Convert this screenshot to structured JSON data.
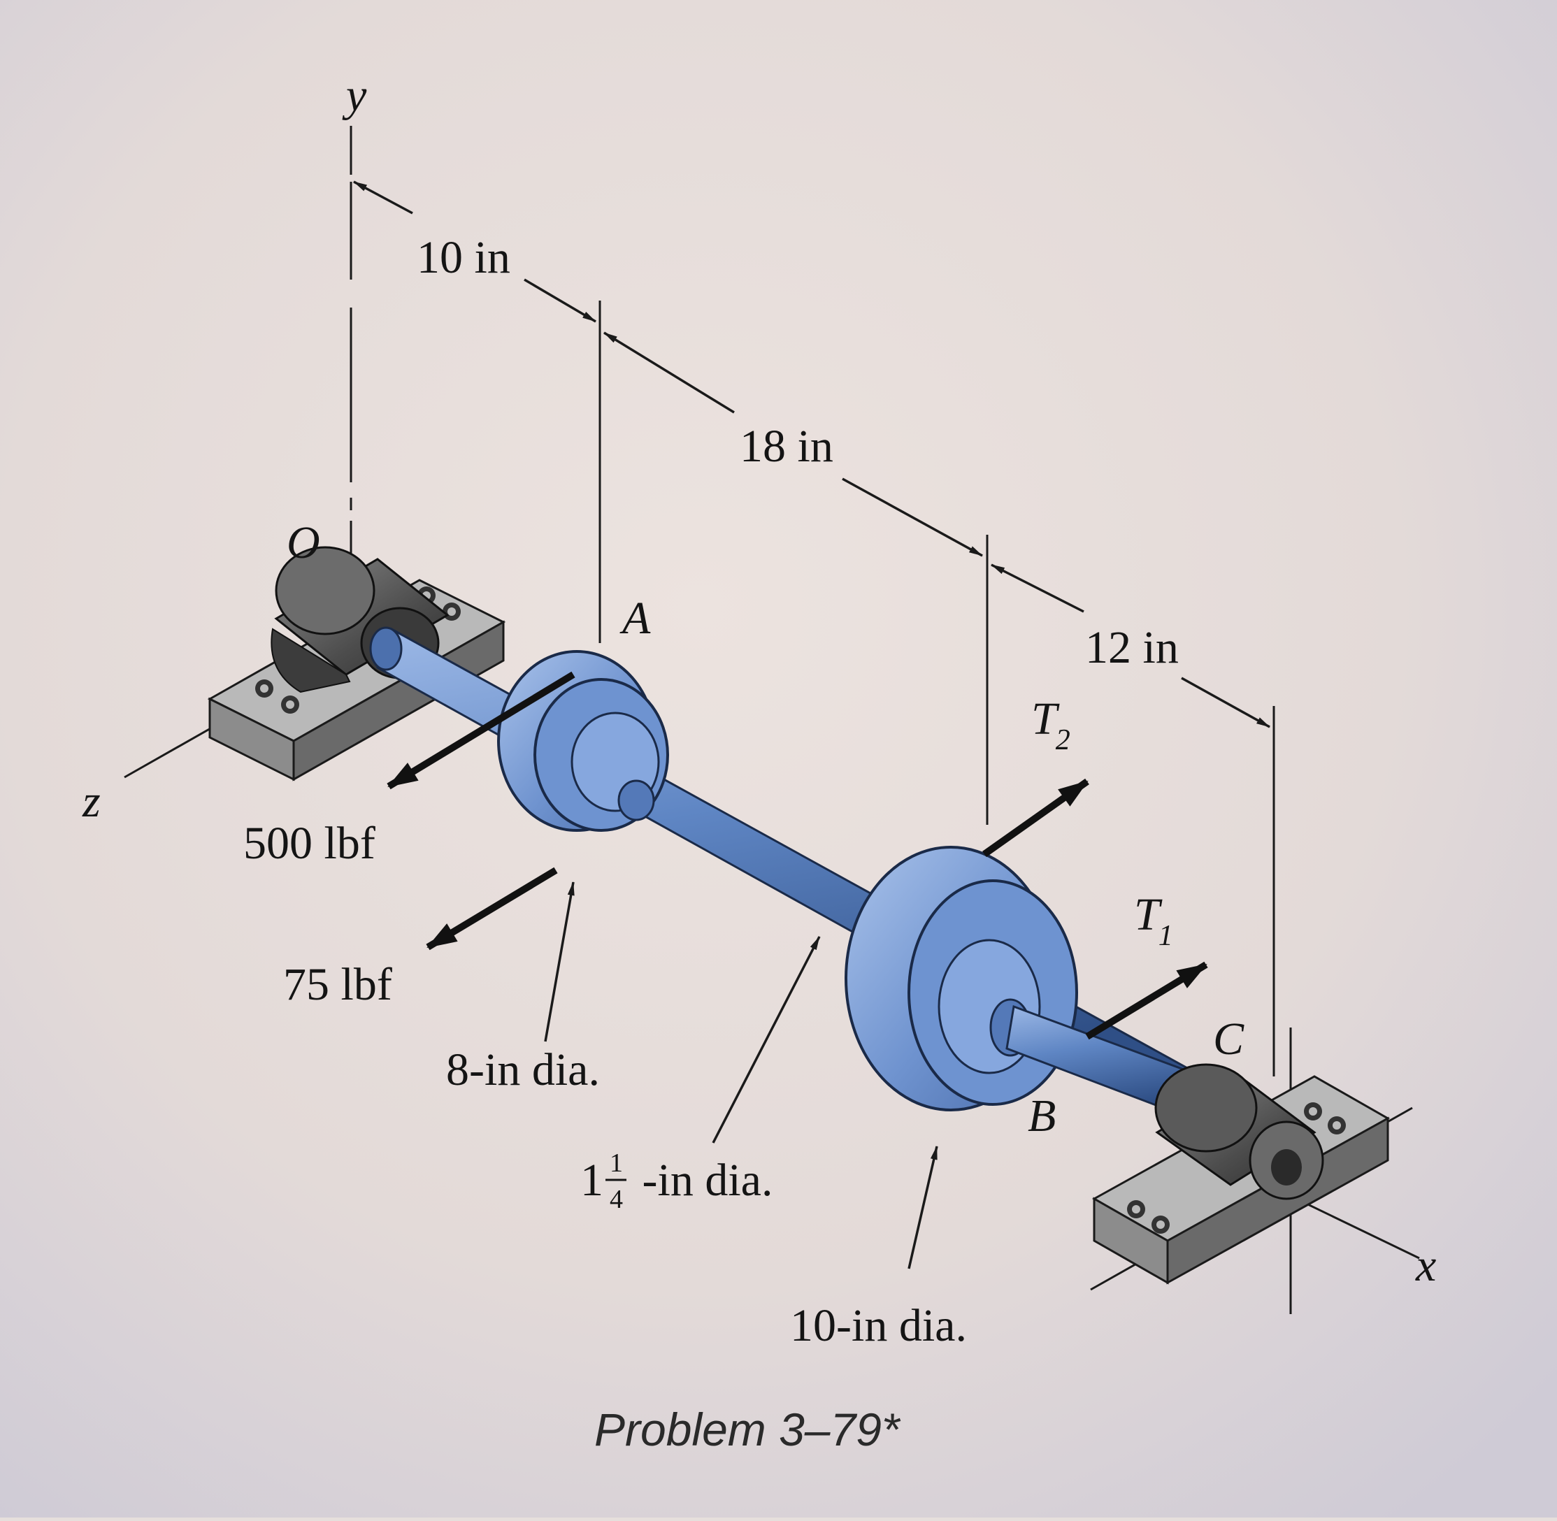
{
  "diagram": {
    "axes": {
      "y": "y",
      "z": "z",
      "x": "x",
      "origin": "O"
    },
    "points": {
      "A": "A",
      "B": "B",
      "C": "C"
    },
    "dimensions": {
      "d1": "10 in",
      "d2": "18 in",
      "d3": "12 in"
    },
    "tensions": {
      "T2": {
        "main": "T",
        "sub": "2"
      },
      "T1": {
        "main": "T",
        "sub": "1"
      }
    },
    "forces": {
      "f1": "500 lbf",
      "f2": "75 lbf"
    },
    "callouts": {
      "pulley_a": "8-in dia.",
      "shaft_whole": "1",
      "shaft_num": "1",
      "shaft_den": "4",
      "shaft_rest": " -in dia.",
      "pulley_b": "10-in dia."
    },
    "caption": "Problem 3–79*",
    "colors": {
      "shaft": "#5f86c4",
      "bearing": "#5a5a5a",
      "ink": "#141414"
    }
  }
}
